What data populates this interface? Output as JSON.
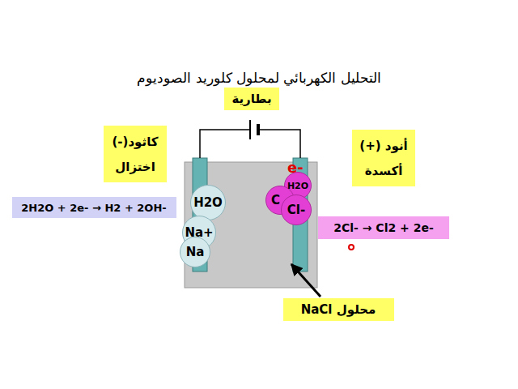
{
  "diagram": {
    "title": "التحليل الكهربائي لمحلول كلوريد الصوديوم",
    "nodes": [
      {
        "text": [
          "بطارية"
        ]
      },
      {
        "text": [
          "كاثود(-)",
          "اختزال"
        ]
      },
      {
        "text": [
          "أنود (+)",
          "أكسدة"
        ]
      },
      {
        "text": [
          "H2O"
        ]
      },
      {
        "text": [
          "C"
        ]
      },
      {
        "text": [
          "H2O"
        ]
      },
      {
        "text": [
          "Cl-"
        ]
      },
      {
        "text": [
          "2H2O + 2e- → H2 + 2OH-"
        ]
      },
      {
        "text": [
          "2Cl- → Cl2 + 2e-"
        ]
      },
      {
        "text": [
          "Na+"
        ]
      },
      {
        "text": [
          "Na"
        ]
      },
      {
        "text": [
          "محلول NaCl"
        ]
      }
    ],
    "labels": [
      "e-"
    ]
  }
}
